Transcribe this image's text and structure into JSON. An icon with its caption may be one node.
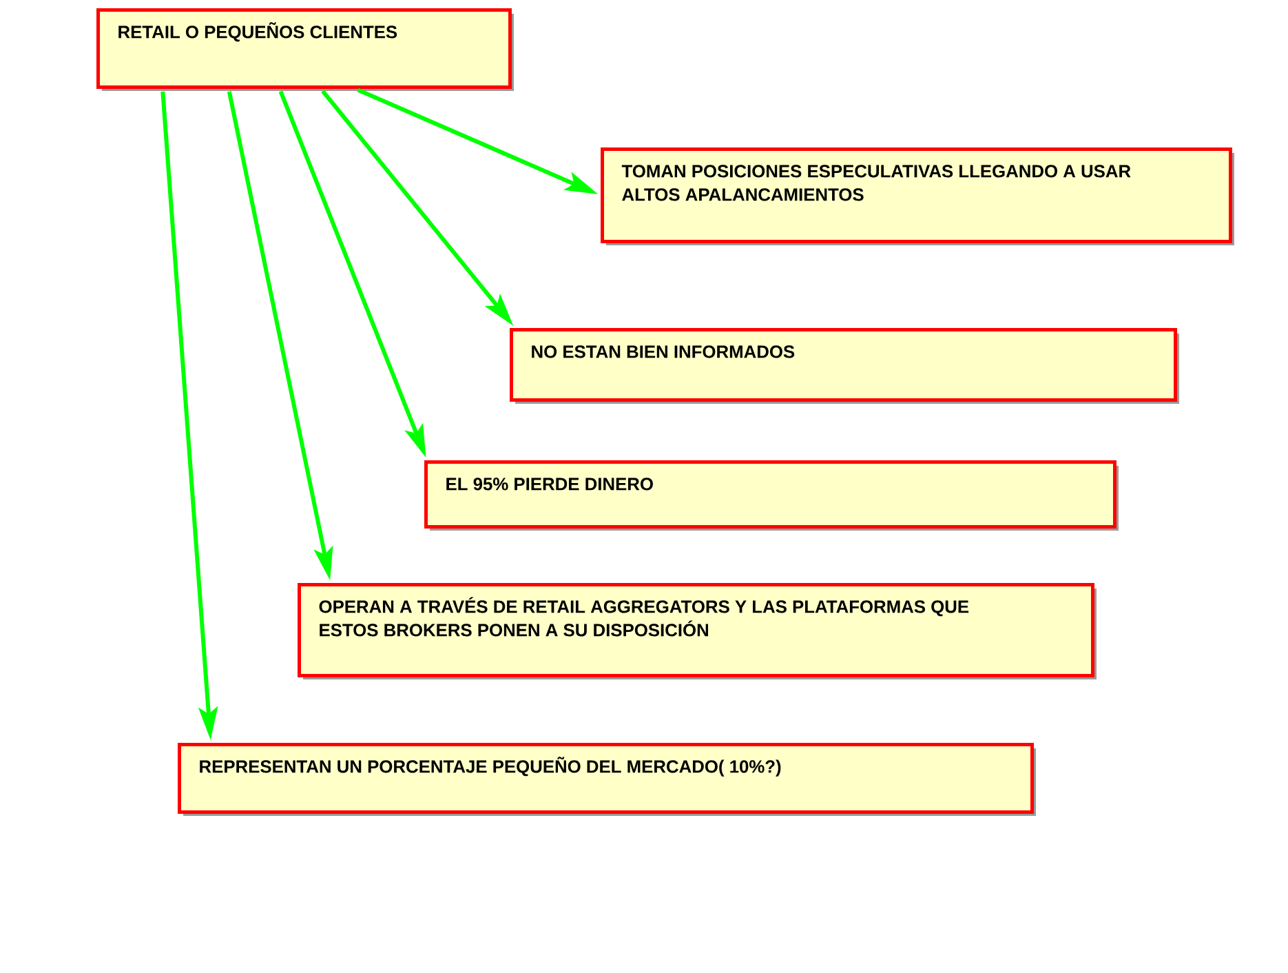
{
  "diagram": {
    "nodes": [
      {
        "text": [
          "RETAIL O PEQUEÑOS CLIENTES"
        ]
      },
      {
        "text": [
          "TOMAN POSICIONES ESPECULATIVAS LLEGANDO A USAR ALTOS APALANCAMIENTOS"
        ]
      },
      {
        "text": [
          "NO ESTAN BIEN INFORMADOS"
        ]
      },
      {
        "text": [
          "EL 95% PIERDE DINERO"
        ]
      },
      {
        "text": [
          "OPERAN A TRAVÉS DE RETAIL AGGREGATORS Y LAS PLATAFORMAS QUE ESTOS BROKERS PONEN A SU DISPOSICIÓN"
        ]
      },
      {
        "text": [
          "REPRESENTAN UN PORCENTAJE PEQUEÑO DEL MERCADO( 10%?)"
        ]
      }
    ],
    "edges": [
      {
        "from": 0,
        "to": 1,
        "arrow": "to"
      },
      {
        "from": 0,
        "to": 2,
        "arrow": "to"
      },
      {
        "from": 0,
        "to": 3,
        "arrow": "to"
      },
      {
        "from": 0,
        "to": 4,
        "arrow": "to"
      },
      {
        "from": 0,
        "to": 5,
        "arrow": "to"
      }
    ]
  }
}
